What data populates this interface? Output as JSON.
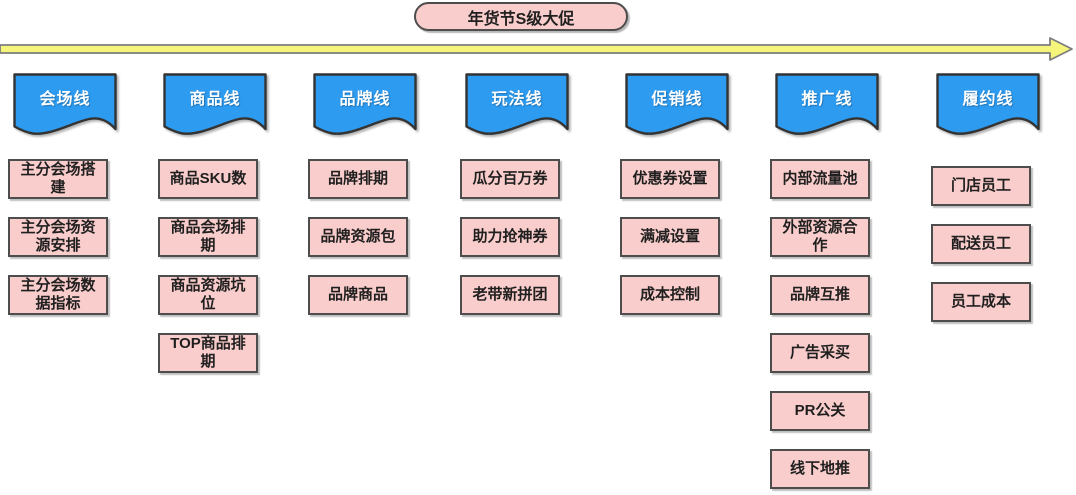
{
  "title": "年货节S级大促",
  "colors": {
    "header_fill": "#2D9BF0",
    "header_border": "#333333",
    "header_text": "#FFFFFF",
    "box_fill": "#F9CDCB",
    "box_border": "#4D4D4D",
    "title_fill": "#F9CDCB",
    "arrow_fill": "#F5F57B",
    "arrow_border": "#7D7D7D",
    "text": "#1F1F1F"
  },
  "columns": [
    {
      "header": "会场线",
      "items": [
        "主分会场搭\n建",
        "主分会场资\n源安排",
        "主分会场数\n据指标"
      ]
    },
    {
      "header": "商品线",
      "items": [
        "商品SKU数",
        "商品会场排\n期",
        "商品资源坑\n位",
        "TOP商品排\n期"
      ]
    },
    {
      "header": "品牌线",
      "items": [
        "品牌排期",
        "品牌资源包",
        "品牌商品"
      ]
    },
    {
      "header": "玩法线",
      "items": [
        "瓜分百万券",
        "助力抢神券",
        "老带新拼团"
      ]
    },
    {
      "header": "促销线",
      "items": [
        "优惠券设置",
        "满减设置",
        "成本控制"
      ]
    },
    {
      "header": "推广线",
      "items": [
        "内部流量池",
        "外部资源合\n作",
        "品牌互推",
        "广告采买",
        "PR公关",
        "线下地推"
      ]
    },
    {
      "header": "履约线",
      "items": [
        "门店员工",
        "配送员工",
        "员工成本"
      ]
    }
  ]
}
